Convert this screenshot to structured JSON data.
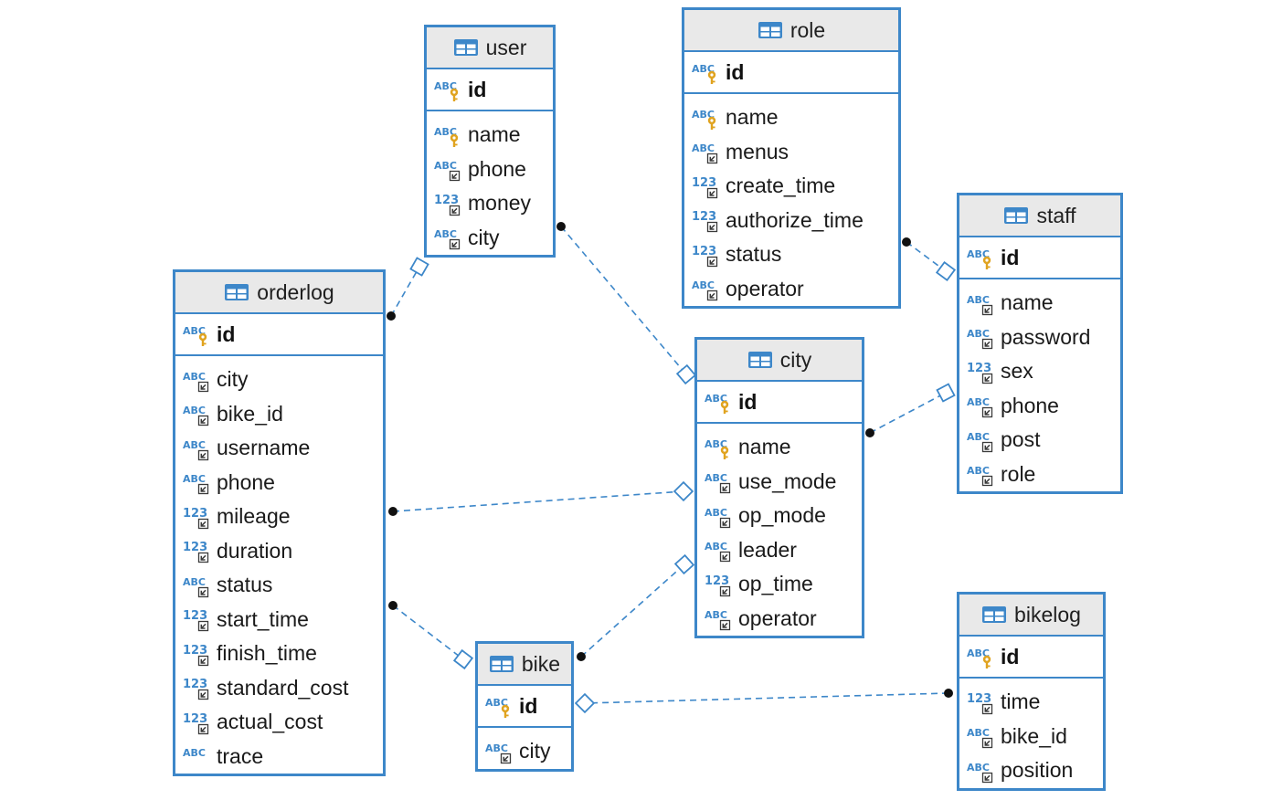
{
  "colors": {
    "border": "#3d87c9",
    "header_bg": "#e9e9e9",
    "type_text": "#3d87c9",
    "key_icon": "#e0a31f",
    "fk_icon": "#3a3a3a",
    "link": "#3d87c9"
  },
  "entities": {
    "user": {
      "name": "user",
      "pk": {
        "name": "id",
        "type": "ABC",
        "icon": "primary-key-icon"
      },
      "columns": [
        {
          "name": "name",
          "type": "ABC",
          "marker": "key-icon"
        },
        {
          "name": "phone",
          "type": "ABC",
          "marker": "foreign-key-icon"
        },
        {
          "name": "money",
          "type": "123",
          "marker": "foreign-key-icon"
        },
        {
          "name": "city",
          "type": "ABC",
          "marker": "foreign-key-icon"
        }
      ]
    },
    "role": {
      "name": "role",
      "pk": {
        "name": "id",
        "type": "ABC",
        "icon": "primary-key-icon"
      },
      "columns": [
        {
          "name": "name",
          "type": "ABC",
          "marker": "key-icon"
        },
        {
          "name": "menus",
          "type": "ABC",
          "marker": "foreign-key-icon"
        },
        {
          "name": "create_time",
          "type": "123",
          "marker": "foreign-key-icon"
        },
        {
          "name": "authorize_time",
          "type": "123",
          "marker": "foreign-key-icon"
        },
        {
          "name": "status",
          "type": "123",
          "marker": "foreign-key-icon"
        },
        {
          "name": "operator",
          "type": "ABC",
          "marker": "foreign-key-icon"
        }
      ]
    },
    "staff": {
      "name": "staff",
      "pk": {
        "name": "id",
        "type": "ABC",
        "icon": "primary-key-icon"
      },
      "columns": [
        {
          "name": "name",
          "type": "ABC",
          "marker": "foreign-key-icon"
        },
        {
          "name": "password",
          "type": "ABC",
          "marker": "foreign-key-icon"
        },
        {
          "name": "sex",
          "type": "123",
          "marker": "foreign-key-icon"
        },
        {
          "name": "phone",
          "type": "ABC",
          "marker": "foreign-key-icon"
        },
        {
          "name": "post",
          "type": "ABC",
          "marker": "foreign-key-icon"
        },
        {
          "name": "role",
          "type": "ABC",
          "marker": "foreign-key-icon"
        }
      ]
    },
    "orderlog": {
      "name": "orderlog",
      "pk": {
        "name": "id",
        "type": "ABC",
        "icon": "primary-key-icon"
      },
      "columns": [
        {
          "name": "city",
          "type": "ABC",
          "marker": "foreign-key-icon"
        },
        {
          "name": "bike_id",
          "type": "ABC",
          "marker": "foreign-key-icon"
        },
        {
          "name": "username",
          "type": "ABC",
          "marker": "foreign-key-icon"
        },
        {
          "name": "phone",
          "type": "ABC",
          "marker": "foreign-key-icon"
        },
        {
          "name": "mileage",
          "type": "123",
          "marker": "foreign-key-icon"
        },
        {
          "name": "duration",
          "type": "123",
          "marker": "foreign-key-icon"
        },
        {
          "name": "status",
          "type": "ABC",
          "marker": "foreign-key-icon"
        },
        {
          "name": "start_time",
          "type": "123",
          "marker": "foreign-key-icon"
        },
        {
          "name": "finish_time",
          "type": "123",
          "marker": "foreign-key-icon"
        },
        {
          "name": "standard_cost",
          "type": "123",
          "marker": "foreign-key-icon"
        },
        {
          "name": "actual_cost",
          "type": "123",
          "marker": "foreign-key-icon"
        },
        {
          "name": "trace",
          "type": "ABC",
          "marker": "none"
        }
      ]
    },
    "city": {
      "name": "city",
      "pk": {
        "name": "id",
        "type": "ABC",
        "icon": "primary-key-icon"
      },
      "columns": [
        {
          "name": "name",
          "type": "ABC",
          "marker": "key-icon"
        },
        {
          "name": "use_mode",
          "type": "ABC",
          "marker": "foreign-key-icon"
        },
        {
          "name": "op_mode",
          "type": "ABC",
          "marker": "foreign-key-icon"
        },
        {
          "name": "leader",
          "type": "ABC",
          "marker": "foreign-key-icon"
        },
        {
          "name": "op_time",
          "type": "123",
          "marker": "foreign-key-icon"
        },
        {
          "name": "operator",
          "type": "ABC",
          "marker": "foreign-key-icon"
        }
      ]
    },
    "bike": {
      "name": "bike",
      "pk": {
        "name": "id",
        "type": "ABC",
        "icon": "primary-key-icon"
      },
      "columns": [
        {
          "name": "city",
          "type": "ABC",
          "marker": "foreign-key-icon"
        }
      ]
    },
    "bikelog": {
      "name": "bikelog",
      "pk": {
        "name": "id",
        "type": "ABC",
        "icon": "primary-key-icon"
      },
      "columns": [
        {
          "name": "time",
          "type": "123",
          "marker": "foreign-key-icon"
        },
        {
          "name": "bike_id",
          "type": "ABC",
          "marker": "foreign-key-icon"
        },
        {
          "name": "position",
          "type": "ABC",
          "marker": "foreign-key-icon"
        }
      ]
    }
  },
  "relationships": [
    {
      "from": "orderlog",
      "to": "user",
      "from_end": "dot",
      "to_end": "square"
    },
    {
      "from": "user",
      "to": "city",
      "from_end": "dot",
      "to_end": "square"
    },
    {
      "from": "role",
      "to": "staff",
      "from_end": "dot",
      "to_end": "square"
    },
    {
      "from": "city",
      "to": "staff",
      "from_end": "dot",
      "to_end": "square"
    },
    {
      "from": "orderlog",
      "to": "city",
      "from_end": "dot",
      "to_end": "diamond"
    },
    {
      "from": "orderlog",
      "to": "bike",
      "from_end": "dot",
      "to_end": "square"
    },
    {
      "from": "bike",
      "to": "city",
      "from_end": "dot",
      "to_end": "square"
    },
    {
      "from": "bikelog",
      "to": "bike",
      "from_end": "dot",
      "to_end": "diamond"
    }
  ]
}
